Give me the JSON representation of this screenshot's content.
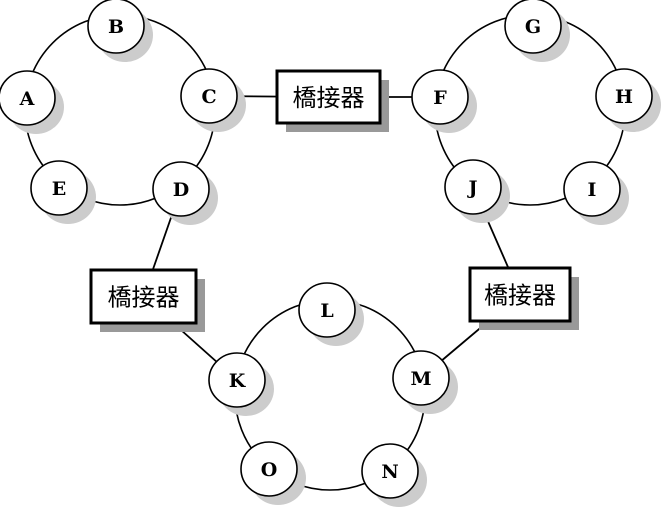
{
  "diagram": {
    "title": "",
    "colors": {
      "stroke": "#000000",
      "fill": "#ffffff",
      "node_shadow": "#cccccc",
      "bridge_shadow": "#999999"
    },
    "rings": [
      {
        "id": "ring-1",
        "nodes": [
          "B",
          "C",
          "D",
          "E",
          "A"
        ]
      },
      {
        "id": "ring-2",
        "nodes": [
          "G",
          "H",
          "I",
          "J",
          "F"
        ]
      },
      {
        "id": "ring-3",
        "nodes": [
          "L",
          "M",
          "N",
          "O",
          "K"
        ]
      }
    ],
    "bridges": [
      {
        "id": "bridge-top",
        "label": "橋接器",
        "connects": [
          "C",
          "F"
        ]
      },
      {
        "id": "bridge-left",
        "label": "橋接器",
        "connects": [
          "D",
          "K"
        ]
      },
      {
        "id": "bridge-right",
        "label": "橋接器",
        "connects": [
          "J",
          "M"
        ]
      }
    ]
  }
}
